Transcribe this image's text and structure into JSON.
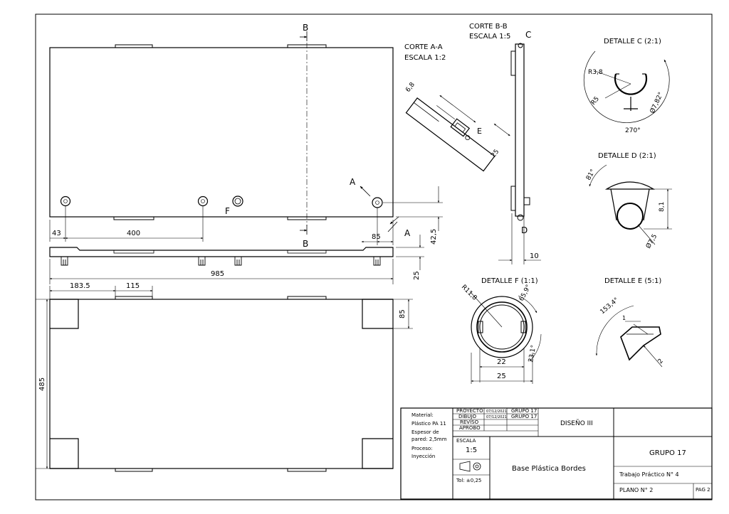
{
  "sections": {
    "cut_b_top": "B",
    "cut_b_bottom": "B",
    "cut_a_top": "A",
    "cut_a_bottom": "A",
    "marker_f": "F",
    "marker_c": "C",
    "marker_d": "D",
    "marker_e": "E"
  },
  "views": {
    "corte_aa_title": "CORTE A-A",
    "corte_aa_scale": "ESCALA 1:2",
    "corte_bb_title": "CORTE B-B",
    "corte_bb_scale": "ESCALA 1:5",
    "detalle_c": "DETALLE C (2:1)",
    "detalle_d": "DETALLE D (2:1)",
    "detalle_f": "DETALLE F (1:1)",
    "detalle_e": "DETALLE E (5:1)"
  },
  "dimensions": {
    "d43": "43",
    "d400": "400",
    "d85_top": "85",
    "d42_5": "42,5",
    "d985": "985",
    "d25_side": "25",
    "d183_5": "183.5",
    "d115": "115",
    "d85_right": "85",
    "d485": "485",
    "aa_6_8": "6,8",
    "aa_25": "25",
    "bb_10": "10",
    "c_r3_8": "R3,8",
    "c_r5": "R5",
    "c_dia7_82": "Ø7,82°",
    "c_270": "270°",
    "d_81deg": "81°",
    "d_8_1": "8,1",
    "d_dia7_5": "Ø7,5",
    "f_r11_8": "R11,8",
    "f_65_9": "65,9°",
    "f_23_1": "23,1°",
    "f_22": "22",
    "f_25": "25",
    "e_153_4": "153,4°",
    "e_1": "1",
    "e_2": "2"
  },
  "title_block": {
    "material_label": "Material:",
    "material_value": "Plástico PA 11",
    "espesor_label": "Espesor de",
    "espesor_value": "pared: 2,5mm",
    "proceso_label": "Proceso:",
    "proceso_value": "Inyección",
    "row_proyecto": "PROYECTO",
    "row_dibujo": "DIBUJO",
    "row_reviso": "REVISO",
    "row_aprobo": "APROBO",
    "date_1": "07/12/2021",
    "date_2": "07/12/2021",
    "name_1": "GRUPO 17",
    "name_2": "GRUPO 17",
    "course": "DISEÑO III",
    "escala_label": "ESCALA",
    "escala_value": "1:5",
    "tolerance": "Tol: ±0,25",
    "part_name": "Base Plástica Bordes",
    "group": "GRUPO 17",
    "assignment": "Trabajo Práctico N° 4",
    "plano": "PLANO N° 2",
    "page": "PAG 2"
  }
}
